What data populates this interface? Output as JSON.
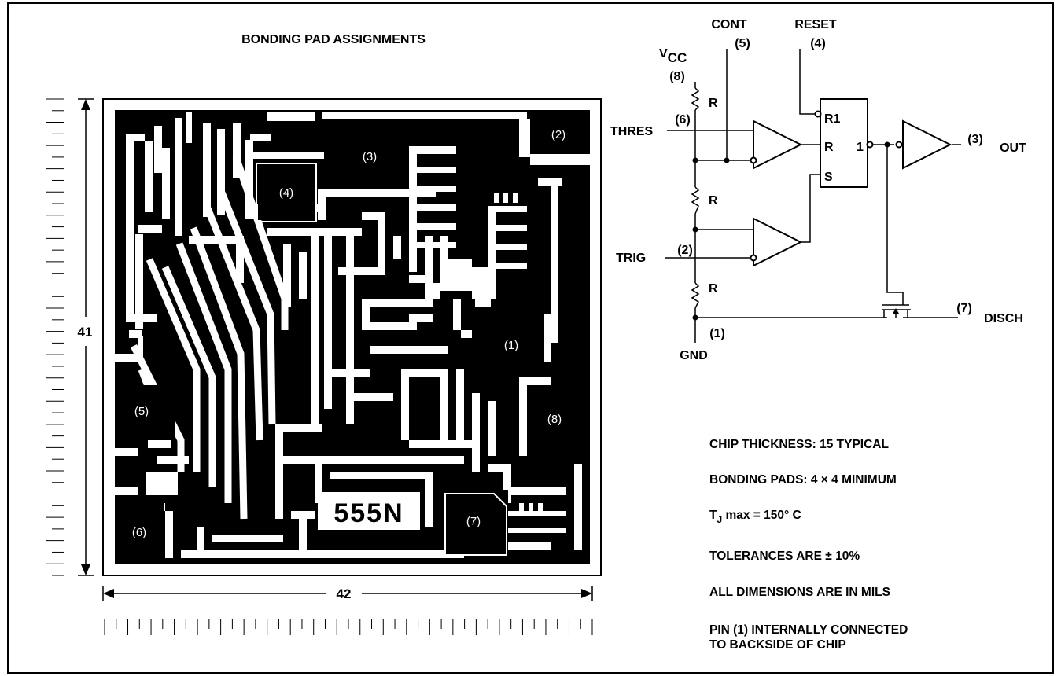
{
  "title": "BONDING PAD ASSIGNMENTS",
  "dimensions": {
    "height": "41",
    "width": "42"
  },
  "pads": [
    {
      "id": "pad-1",
      "label": "(1)"
    },
    {
      "id": "pad-2",
      "label": "(2)"
    },
    {
      "id": "pad-3",
      "label": "(3)"
    },
    {
      "id": "pad-4",
      "label": "(4)"
    },
    {
      "id": "pad-5",
      "label": "(5)"
    },
    {
      "id": "pad-6",
      "label": "(6)"
    },
    {
      "id": "pad-7",
      "label": "(7)"
    },
    {
      "id": "pad-8",
      "label": "(8)"
    }
  ],
  "chip_marking": "555N",
  "schematic": {
    "vcc": "V",
    "vcc_sub": "CC",
    "vcc_pin": "(8)",
    "cont": "CONT",
    "cont_pin": "(5)",
    "reset": "RESET",
    "reset_pin": "(4)",
    "thres": "THRES",
    "thres_pin": "(6)",
    "trig": "TRIG",
    "trig_pin": "(2)",
    "gnd": "GND",
    "gnd_pin": "(1)",
    "out": "OUT",
    "out_pin": "(3)",
    "disch": "DISCH",
    "disch_pin": "(7)",
    "resistor": "R",
    "ff_r1": "R1",
    "ff_r": "R",
    "ff_s": "S",
    "ff_q": "1"
  },
  "notes": [
    "CHIP THICKNESS: 15 TYPICAL",
    "BONDING PADS: 4 × 4 MINIMUM",
    "T",
    "J",
    " max = 150° C",
    "TOLERANCES ARE ± 10%",
    "ALL DIMENSIONS ARE IN MILS",
    "PIN (1) INTERNALLY CONNECTED",
    "TO BACKSIDE OF CHIP"
  ]
}
